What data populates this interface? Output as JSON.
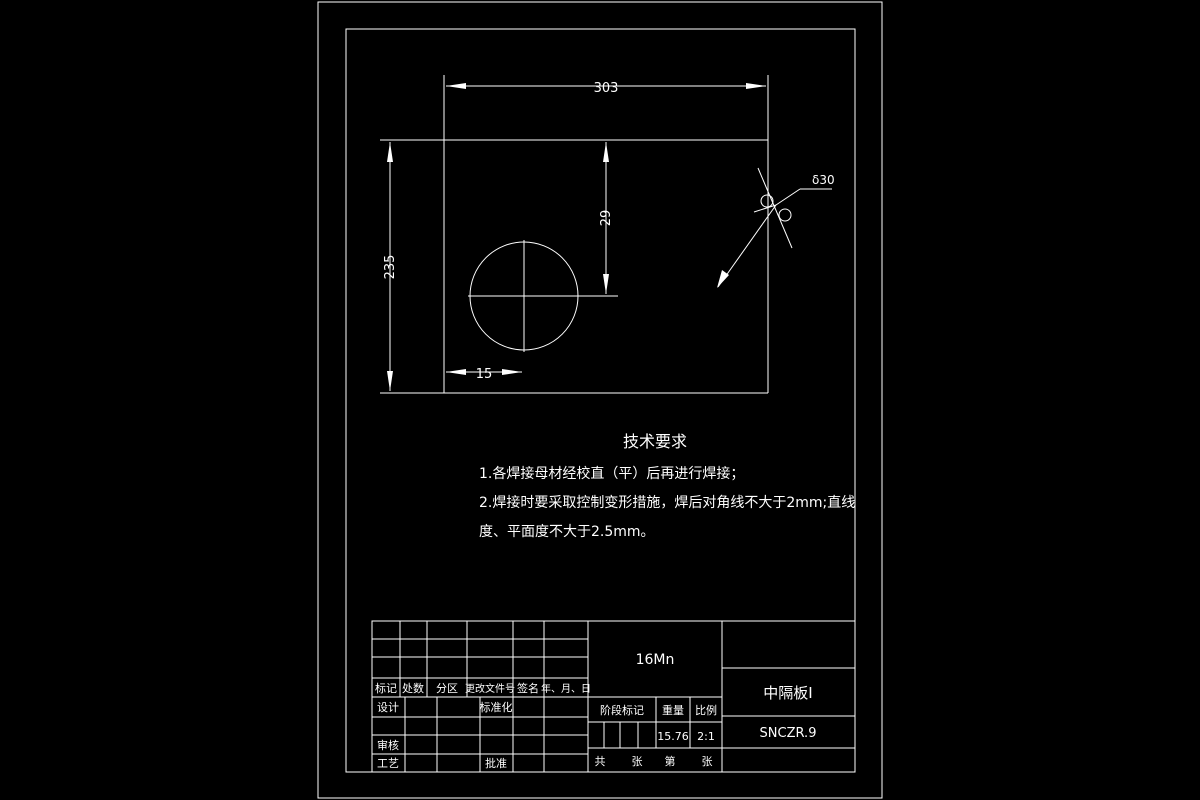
{
  "dimensions": {
    "top_width": "303",
    "left_height": "235",
    "hole_offset_vertical": "29",
    "hole_offset_horizontal": "15",
    "thickness": "δ30"
  },
  "tech_req": {
    "title": "技术要求",
    "item1": "1.各焊接母材经校直（平）后再进行焊接；",
    "item2_line1": "2.焊接时要采取控制变形措施，焊后对角线不大于2mm;直线",
    "item2_line2": "度、平面度不大于2.5mm。"
  },
  "title_block": {
    "material": "16Mn",
    "part_name": "中隔板Ⅰ",
    "drawing_no": "SNCZR.9",
    "labels": {
      "biaoji": "标记",
      "chushu": "处数",
      "fenqu": "分区",
      "genggai": "更改文件号",
      "qianming": "签名",
      "date": "年、月、日",
      "sheji": "设计",
      "biaozhunhua": "标准化",
      "shenhe": "审核",
      "gongyi": "工艺",
      "pizhun": "批准",
      "jieduan": "阶段标记",
      "zhongliang": "重量",
      "bili": "比例",
      "gong": "共",
      "zhang1": "张",
      "di": "第",
      "zhang2": "张"
    },
    "weight": "15.76",
    "scale": "2:1"
  }
}
